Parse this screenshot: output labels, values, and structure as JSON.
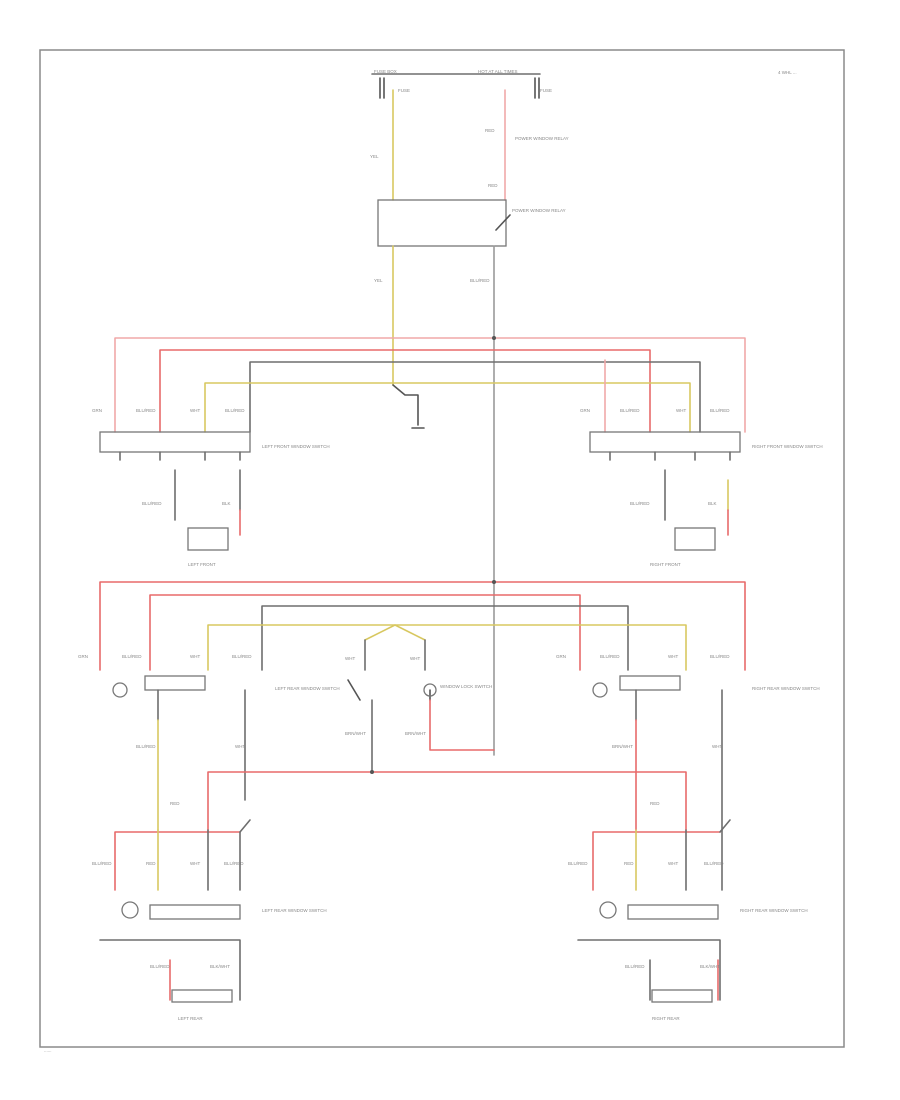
{
  "page": {
    "header_right": "4 WHL ...",
    "footer_id": "......"
  },
  "source": {
    "left_label": "FUSE BOX",
    "right_label": "HOT AT ALL TIMES",
    "fuse_left": "FUSE",
    "fuse_right": "FUSE"
  },
  "relay": {
    "label": "POWER WINDOW RELAY"
  },
  "motors": {
    "lf_label": "LEFT FRONT",
    "rf_label": "RIGHT FRONT",
    "lr_label": "LEFT REAR",
    "rr_label": "RIGHT REAR"
  },
  "switches": {
    "lf": "LEFT FRONT WINDOW SWITCH",
    "rf": "RIGHT FRONT WINDOW SWITCH",
    "lr": "LEFT REAR WINDOW SWITCH",
    "rr": "RIGHT REAR WINDOW SWITCH",
    "lock": "WINDOW LOCK SWITCH"
  },
  "wire_labels": {
    "grn": "GRN",
    "wht": "WHT",
    "blu_red": "BLU/RED",
    "red": "RED",
    "yel": "YEL",
    "blk": "BLK",
    "brn_wht": "BRN/WHT",
    "blk_wht": "BLK/WHT"
  },
  "colors": {
    "gray": "#6e6e6e",
    "red": "#e86a6a",
    "pink": "#f0a8a8",
    "yellow": "#d8c860"
  }
}
